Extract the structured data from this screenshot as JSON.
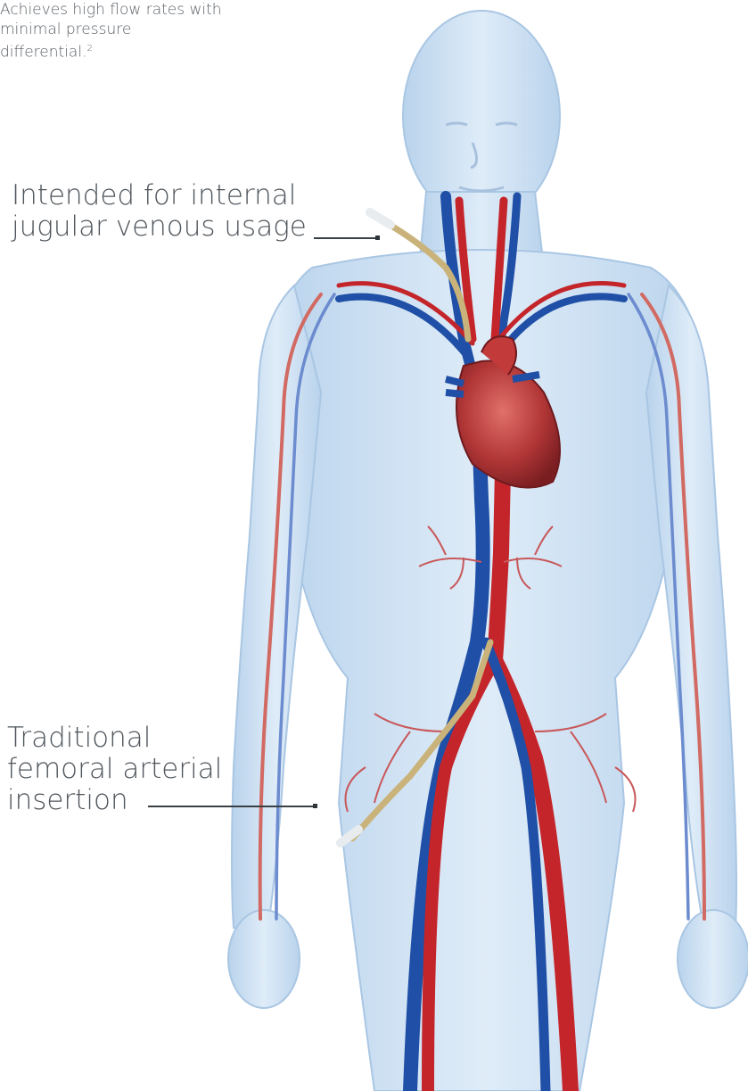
{
  "callouts": {
    "jugular": {
      "line1": "Intended for internal",
      "line2": "jugular venous usage"
    },
    "femoral": {
      "line1": "Traditional",
      "line2": "femoral arterial",
      "line3": "insertion",
      "note_text": "Achieves high flow rates with minimal pressure differential.",
      "note_ref": "2"
    }
  },
  "colors": {
    "body": "#cfe1f2",
    "vein": "#1f4fa6",
    "artery": "#c4252a",
    "heart": "#b53a3a",
    "cannula": "#c9b37a"
  }
}
